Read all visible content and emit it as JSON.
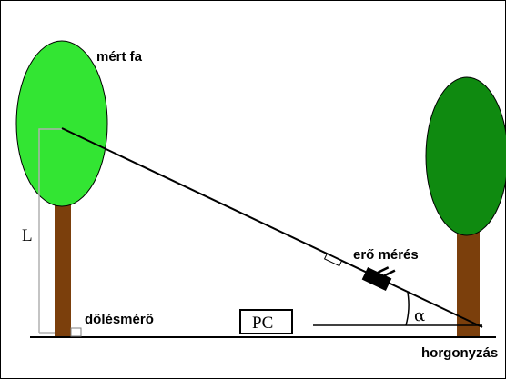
{
  "labels": {
    "measured_tree": "mért fa",
    "length": "L",
    "inclinometer": "dőlésmérő",
    "computer": "PC",
    "force_measurement": "erő mérés",
    "angle": "α",
    "anchoring": "horgonyzás"
  },
  "colors": {
    "measured_tree_crown": "#33e533",
    "anchor_tree_crown": "#0f8a10",
    "trunk": "#7b3f0c",
    "guide_line": "#b0b0b0",
    "cable": "#000000",
    "sensor_body": "#000000"
  },
  "icons": {
    "force_sensor": "force-sensor-icon",
    "cable_link": "cable-link-icon"
  }
}
